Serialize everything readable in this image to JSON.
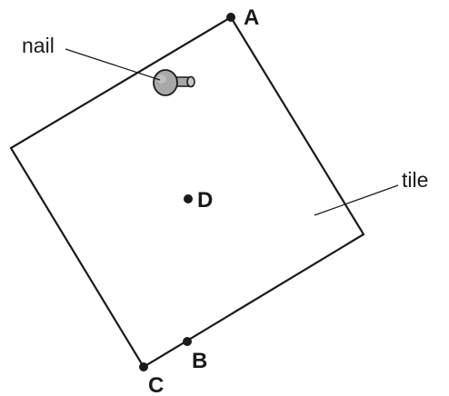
{
  "diagram": {
    "points": {
      "a": "A",
      "b": "B",
      "c": "C",
      "d": "D"
    },
    "labels": {
      "nail": "nail",
      "tile": "tile"
    },
    "colors": {
      "line": "#1a1a1a",
      "nail_fill": "#a8a8a8",
      "nail_shade": "#8c8c8c"
    }
  }
}
